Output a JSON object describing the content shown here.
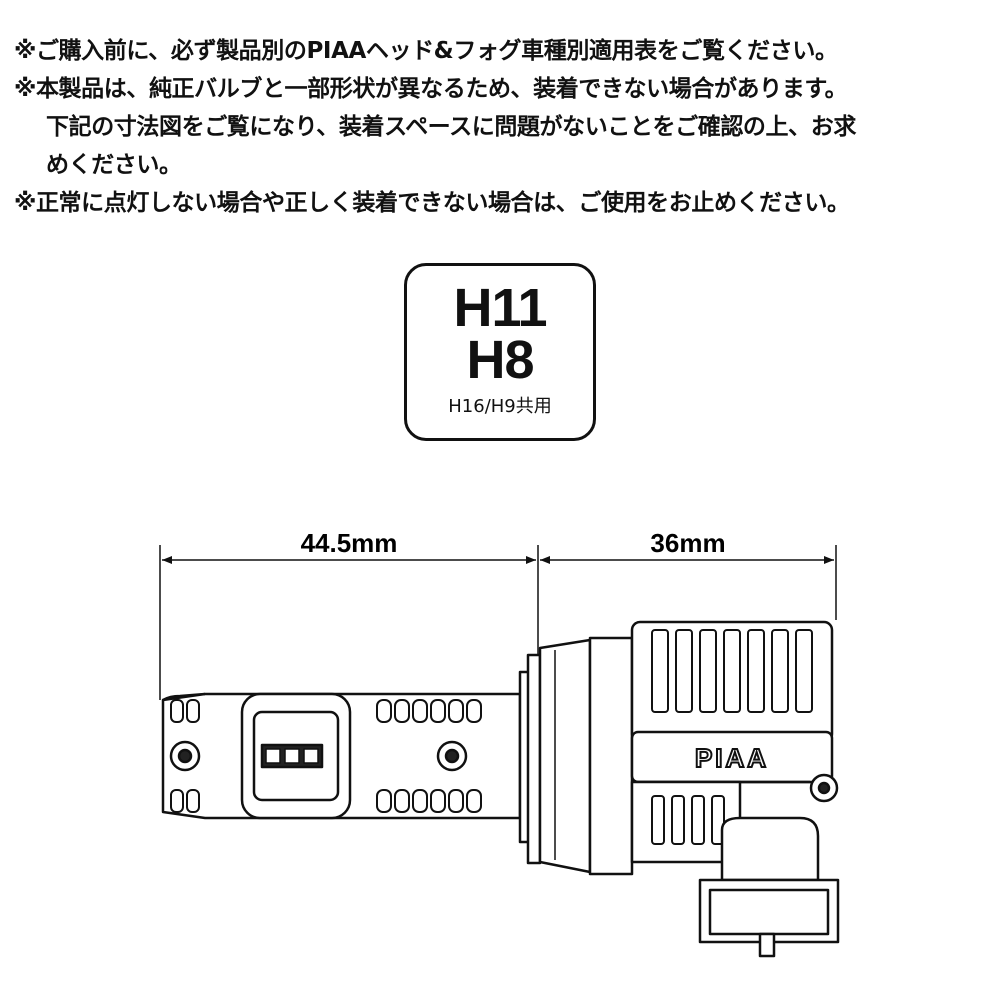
{
  "notes": [
    "※ご購入前に、必ず製品別のPIAAヘッド&フォグ車種別適用表をご覧ください。",
    "※本製品は、純正バルブと一部形状が異なるため、装着できない場合があります。",
    "下記の寸法図をご覧になり、装着スペースに問題がないことをご確認の上、お求",
    "めください。",
    "※正常に点灯しない場合や正しく装着できない場合は、ご使用をお止めください。"
  ],
  "badge": {
    "line1": "H11",
    "line2": "H8",
    "sub": "H16/H9共用"
  },
  "dimensions": {
    "left": "44.5mm",
    "right": "36mm"
  },
  "product_logo": "PIAA"
}
